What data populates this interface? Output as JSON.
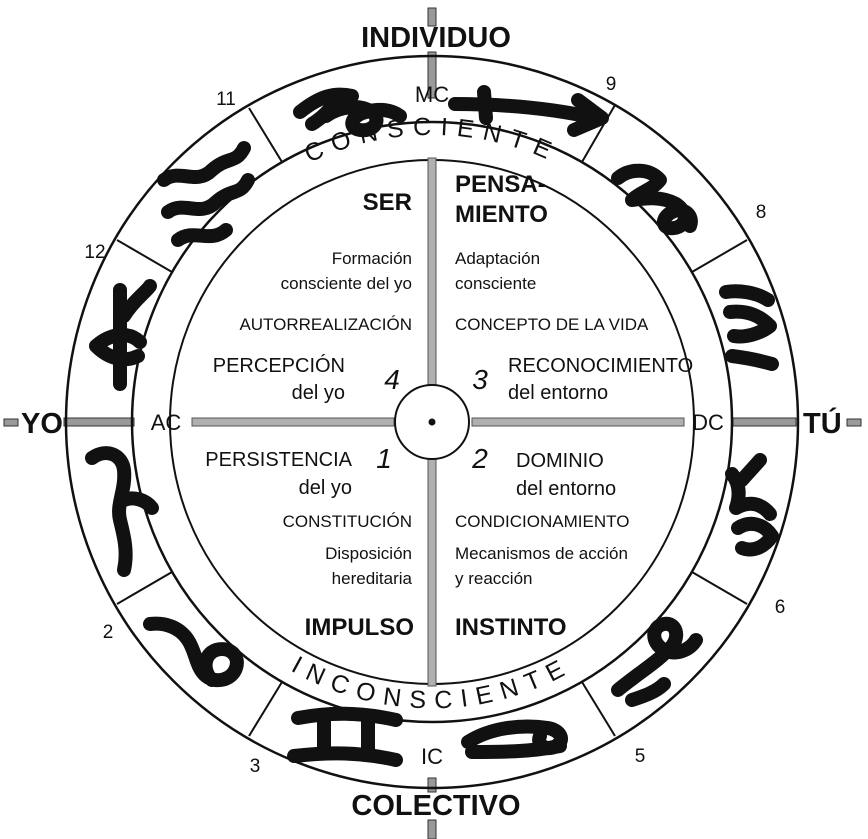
{
  "axes": {
    "top": "INDIVIDUO",
    "bottom": "COLECTIVO",
    "left": "YO",
    "right": "TÚ"
  },
  "angles": {
    "mc": "MC",
    "ic": "IC",
    "ac": "AC",
    "dc": "DC"
  },
  "ring_words": {
    "upper": "CONSCIENTE",
    "lower": "INCONSCIENTE"
  },
  "house_numbers": [
    "11",
    "9",
    "8",
    "12",
    "6",
    "2",
    "5",
    "3"
  ],
  "quadrants": {
    "q4": {
      "number": "4",
      "title": "SER",
      "line1": "Formación",
      "line2": "consciente del yo",
      "concept": "AUTORREALIZACIÓN",
      "heading1": "PERCEPCIÓN",
      "heading2": "del yo"
    },
    "q3": {
      "number": "3",
      "title1": "PENSA-",
      "title2": "MIENTO",
      "line1": "Adaptación",
      "line2": "consciente",
      "concept": "CONCEPTO DE LA VIDA",
      "heading1": "RECONOCIMIENTO",
      "heading2": "del entorno"
    },
    "q1": {
      "number": "1",
      "heading1": "PERSISTENCIA",
      "heading2": "del yo",
      "concept": "CONSTITUCIÓN",
      "line1": "Disposición",
      "line2": "hereditaria",
      "title": "IMPULSO"
    },
    "q2": {
      "number": "2",
      "heading1": "DOMINIO",
      "heading2": "del entorno",
      "concept": "CONDICIONAMIENTO",
      "line1": "Mecanismos de acción",
      "line2": "y reacción",
      "title": "INSTINTO"
    }
  },
  "zodiac_signs": [
    "capricorn",
    "sagittarius",
    "scorpio",
    "libra",
    "virgo",
    "leo",
    "cancer",
    "gemini",
    "taurus",
    "aries",
    "pisces",
    "aquarius"
  ]
}
